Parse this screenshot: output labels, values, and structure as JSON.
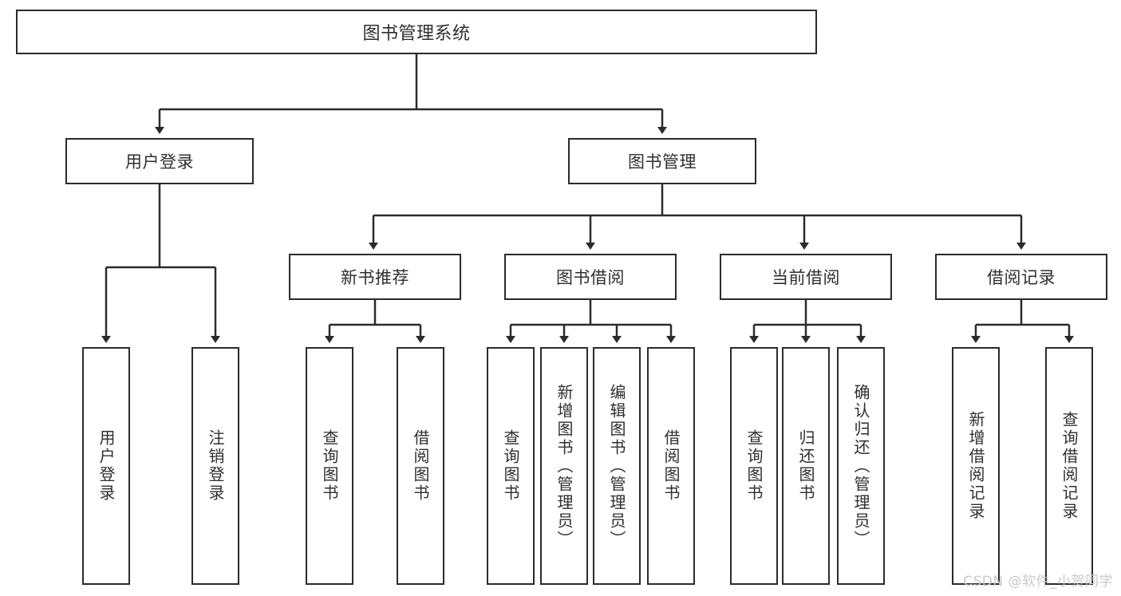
{
  "diagram": {
    "title": "图书管理系统",
    "type": "tree-hierarchy-diagram",
    "colors": {
      "box_border": "#2b2b2b",
      "box_fill": "#ffffff",
      "text": "#2f2f2f",
      "edge": "#2b2b2b",
      "watermark": "#c9c9c9",
      "background": "#ffffff"
    },
    "root": {
      "label": "图书管理系统"
    },
    "level2": [
      {
        "label": "用户登录"
      },
      {
        "label": "图书管理"
      }
    ],
    "level3": [
      {
        "label": "新书推荐"
      },
      {
        "label": "图书借阅"
      },
      {
        "label": "当前借阅"
      },
      {
        "label": "借阅记录"
      }
    ],
    "leaves": {
      "user_login": [
        {
          "label": "用户登录"
        },
        {
          "label": "注销登录"
        }
      ],
      "new_book_recommend": [
        {
          "label": "查询图书"
        },
        {
          "label": "借阅图书"
        }
      ],
      "book_borrow": [
        {
          "label": "查询图书"
        },
        {
          "label": "新增图书（管理员）"
        },
        {
          "label": "编辑图书（管理员）"
        },
        {
          "label": "借阅图书"
        }
      ],
      "current_borrow": [
        {
          "label": "查询图书"
        },
        {
          "label": "归还图书"
        },
        {
          "label": "确认归还（管理员）"
        }
      ],
      "borrow_record": [
        {
          "label": "新增借阅记录"
        },
        {
          "label": "查询借阅记录"
        }
      ]
    }
  },
  "watermark": {
    "text": "CSDN @软件_小贺同学"
  }
}
